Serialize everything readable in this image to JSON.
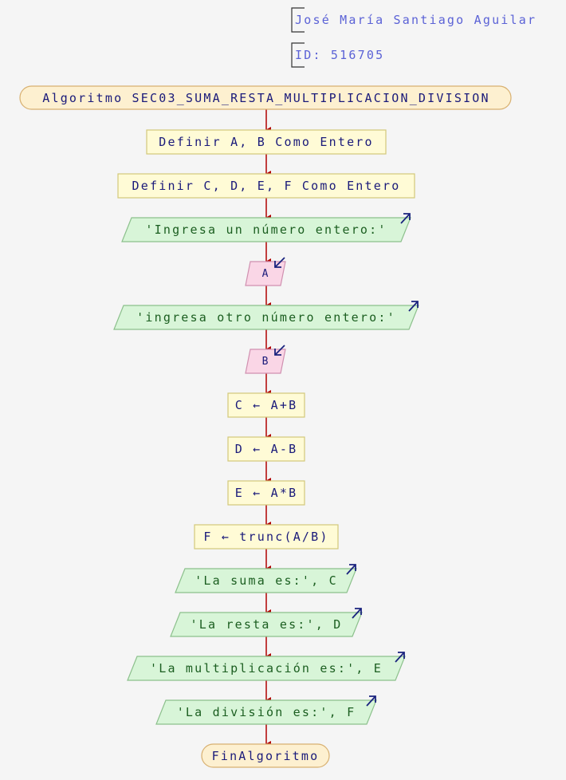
{
  "comments": {
    "author": "José María Santiago Aguilar",
    "id": "ID: 516705"
  },
  "flowchart": {
    "start": "Algoritmo SEC03_SUMA_RESTA_MULTIPLICACION_DIVISION",
    "steps": [
      {
        "kind": "process",
        "text": "Definir A, B Como Entero"
      },
      {
        "kind": "process",
        "text": "Definir C, D, E, F Como Entero"
      },
      {
        "kind": "output",
        "text": "'Ingresa un número entero:'"
      },
      {
        "kind": "input",
        "text": "A"
      },
      {
        "kind": "output",
        "text": "'ingresa otro número entero:'"
      },
      {
        "kind": "input",
        "text": "B"
      },
      {
        "kind": "process",
        "text": "C ← A+B"
      },
      {
        "kind": "process",
        "text": "D ← A-B"
      },
      {
        "kind": "process",
        "text": "E ← A*B"
      },
      {
        "kind": "process",
        "text": "F ← trunc(A/B)"
      },
      {
        "kind": "output",
        "text": "'La suma es:', C"
      },
      {
        "kind": "output",
        "text": "'La resta es:', D"
      },
      {
        "kind": "output",
        "text": "'La multiplicación es:', E"
      },
      {
        "kind": "output",
        "text": "'La división es:', F"
      }
    ],
    "end": "FinAlgoritmo"
  },
  "colors": {
    "terminal_fill": "#fdf0d0",
    "terminal_stroke": "#d8b070",
    "process_fill": "#fffbd6",
    "process_stroke": "#d2c87a",
    "output_fill": "#d8f5d8",
    "output_stroke": "#8cc08c",
    "input_fill": "#fad6e6",
    "input_stroke": "#d090b0",
    "arrow": "#b00000",
    "io_arrow": "#1a237e",
    "note_text": "#5b62d6"
  }
}
